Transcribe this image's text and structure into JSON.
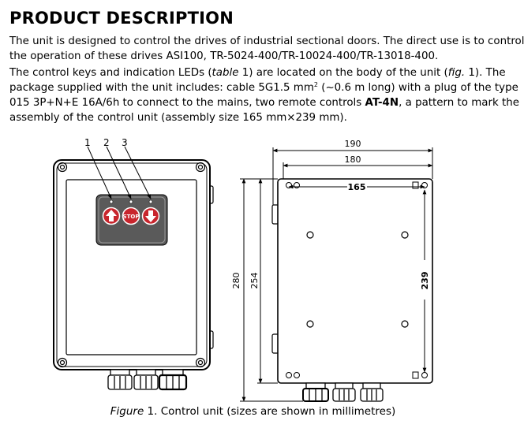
{
  "heading": "PRODUCT DESCRIPTION",
  "para1": {
    "line1": "The unit is designed to control the drives of industrial sectional doors. The direct use is to control",
    "line2": "the operation of these drives ASI100, TR-5024-400/TR-10024-400/TR-13018-400."
  },
  "para2": {
    "l1_a": "The control keys and indication LEDs (",
    "l1_table": "table",
    "l1_b": " 1) are located on the body of the unit (",
    "l1_fig": "fig.",
    "l1_c": " 1). The",
    "l2_a": "package supplied with the unit includes: cable 5G1.5 mm",
    "l2_sup": "2",
    "l2_b": " (~0.6 m long) with a plug of the type",
    "l3_a": "015 3P+N+E 16A/6h to connect to the mains, two remote controls ",
    "l3_bold": "AT-4N",
    "l3_b": ", a pattern to mark the",
    "l4": "assembly of the control unit (assembly size 165 mm×239 mm)."
  },
  "figure": {
    "callouts": [
      "1",
      "2",
      "3"
    ],
    "stop_label": "STOP",
    "dims": {
      "w190": "190",
      "w180": "180",
      "w165": "165",
      "h280": "280",
      "h254": "254",
      "h239": "239"
    }
  },
  "caption": {
    "prefix": "Figure",
    "text": " 1. Control unit (sizes are shown in millimetres)"
  }
}
